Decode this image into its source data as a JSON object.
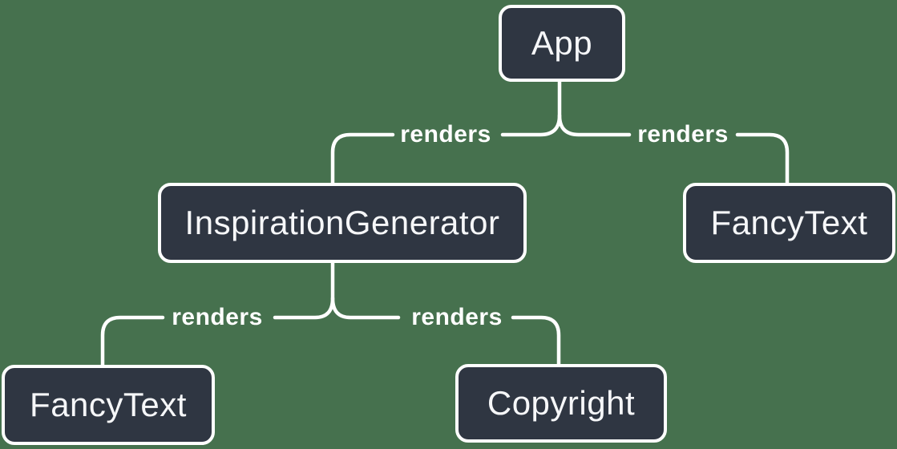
{
  "diagram": {
    "type": "render-tree",
    "nodes": [
      {
        "id": "app",
        "label": "App"
      },
      {
        "id": "inspiration-generator",
        "label": "InspirationGenerator"
      },
      {
        "id": "fancy-text-right",
        "label": "FancyText"
      },
      {
        "id": "fancy-text-left",
        "label": "FancyText"
      },
      {
        "id": "copyright",
        "label": "Copyright"
      }
    ],
    "edges": [
      {
        "from": "App",
        "to": "InspirationGenerator",
        "label": "renders"
      },
      {
        "from": "App",
        "to": "FancyText",
        "label": "renders"
      },
      {
        "from": "InspirationGenerator",
        "to": "FancyText",
        "label": "renders"
      },
      {
        "from": "InspirationGenerator",
        "to": "Copyright",
        "label": "renders"
      }
    ],
    "colors": {
      "background": "#46714E",
      "node_fill": "#2F3642",
      "node_border": "#FFFFFF",
      "node_text": "#F6F7F9",
      "edge_line": "#FFFFFF",
      "edge_label_text": "#FFFFFF"
    }
  }
}
